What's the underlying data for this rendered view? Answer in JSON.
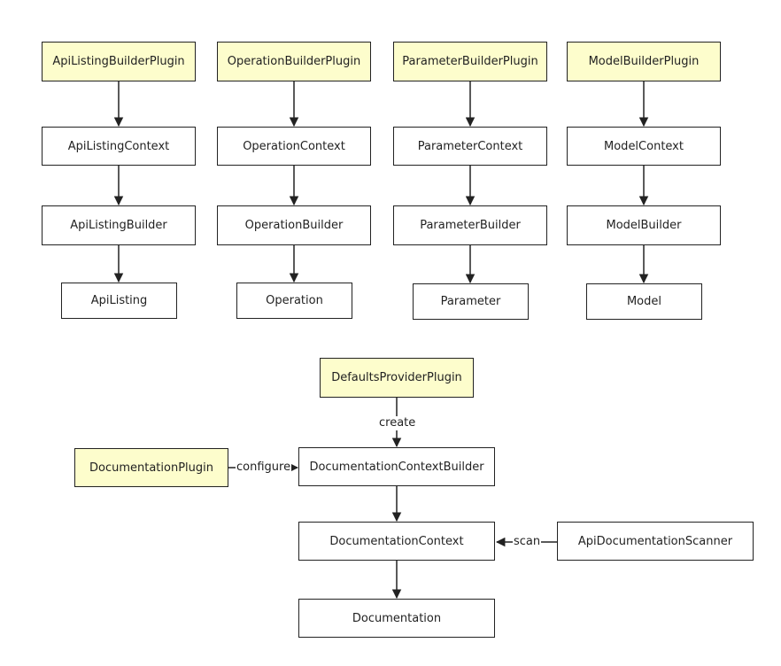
{
  "nodes": {
    "api_listing_builder_plugin": "ApiListingBuilderPlugin",
    "operation_builder_plugin": "OperationBuilderPlugin",
    "parameter_builder_plugin": "ParameterBuilderPlugin",
    "model_builder_plugin": "ModelBuilderPlugin",
    "api_listing_context": "ApiListingContext",
    "operation_context": "OperationContext",
    "parameter_context": "ParameterContext",
    "model_context": "ModelContext",
    "api_listing_builder": "ApiListingBuilder",
    "operation_builder": "OperationBuilder",
    "parameter_builder": "ParameterBuilder",
    "model_builder": "ModelBuilder",
    "api_listing": "ApiListing",
    "operation": "Operation",
    "parameter": "Parameter",
    "model": "Model",
    "defaults_provider_plugin": "DefaultsProviderPlugin",
    "documentation_plugin": "DocumentationPlugin",
    "documentation_context_builder": "DocumentationContextBuilder",
    "documentation_context": "DocumentationContext",
    "api_documentation_scanner": "ApiDocumentationScanner",
    "documentation": "Documentation"
  },
  "edge_labels": {
    "create": "create",
    "configure": "configure",
    "scan": "scan"
  },
  "colors": {
    "plugin_fill": "#fdfdcc",
    "stroke": "#222222"
  }
}
